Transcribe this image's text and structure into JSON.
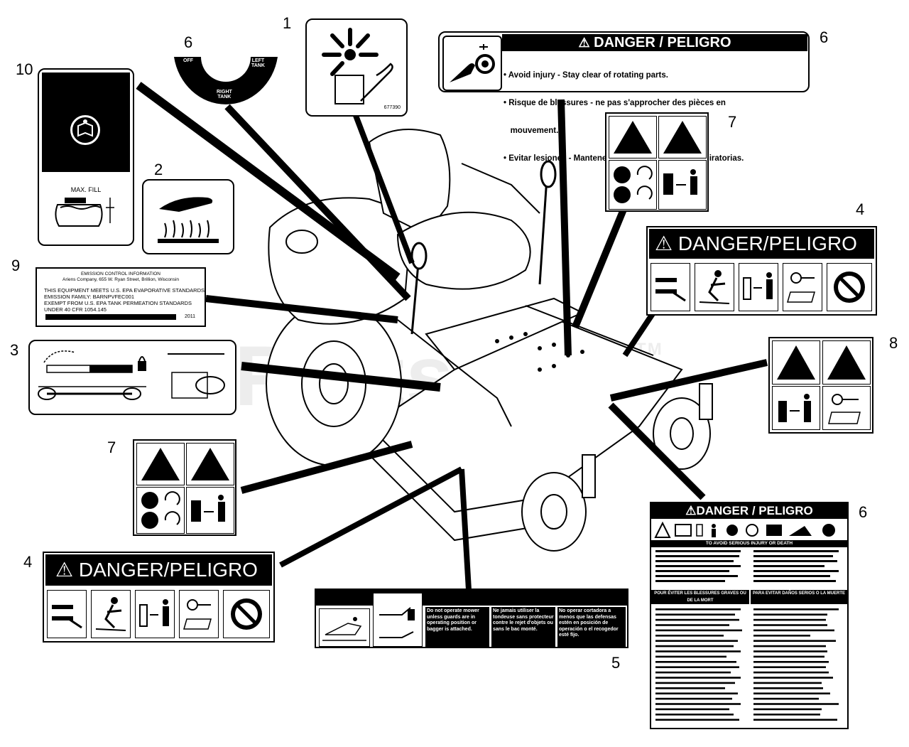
{
  "callouts": {
    "n1": "1",
    "n2": "2",
    "n3": "3",
    "n4a": "4",
    "n4b": "4",
    "n5": "5",
    "n6a": "6",
    "n6b": "6",
    "n6c": "6",
    "n7a": "7",
    "n7b": "7",
    "n8": "8",
    "n9": "9",
    "n10": "10"
  },
  "watermark": {
    "text": "PartsTree",
    "tm": "TM"
  },
  "decal_fuel": {
    "off": "OFF",
    "left_tank": "LEFT\nTANK",
    "right_tank": "RIGHT\nTANK"
  },
  "decal_10": {
    "max_fill": "MAX. FILL"
  },
  "decal_1": {
    "part_no": "677390"
  },
  "decal_danger_top": {
    "title": "DANGER / PELIGRO",
    "lines": [
      "• Avoid injury - Stay clear of rotating parts.",
      "• Risque de blessures - ne pas s'approcher des pièces en",
      "   mouvement.",
      "• Evitar lesiones - Mantenerse alejado de las piezas giratorias."
    ]
  },
  "decal_4_right": {
    "title": "DANGER/PELIGRO"
  },
  "decal_4_left": {
    "title": "DANGER/PELIGRO"
  },
  "decal_9": {
    "lines": [
      "EMISSION CONTROL INFORMATION",
      "Ariens Company, 655 W. Ryan Street, Brillion, Wisconsin",
      "THIS EQUIPMENT MEETS U.S. EPA EVAPORATIVE STANDARDS",
      "EMISSION FAMILY: BARNPVFEC001",
      "EXEMPT FROM U.S. EPA TANK PERMEATION STANDARDS",
      "UNDER 40 CFR 1054.145"
    ],
    "year": "2011"
  },
  "decal_5": {
    "cols": [
      "Do not operate mower unless guards are in operating position or bagger is attached.",
      "Ne jamais utiliser la tondeuse sans protecteur contre le rejet d'objets ou sans le bac monté.",
      "No operar cortadora a menos que las defensas estén en posición de operación o el recogedor esté fijo."
    ]
  },
  "decal_6_large": {
    "title": "DANGER / PELIGRO",
    "subhead": "TO AVOID SERIOUS INJURY OR DEATH",
    "fr_head": "POUR ÉVITER LES BLESSURES GRAVES OU DE LA MORT",
    "es_head": "PARA EVITAR DAÑOS SERIOS O LA MUERTE"
  }
}
